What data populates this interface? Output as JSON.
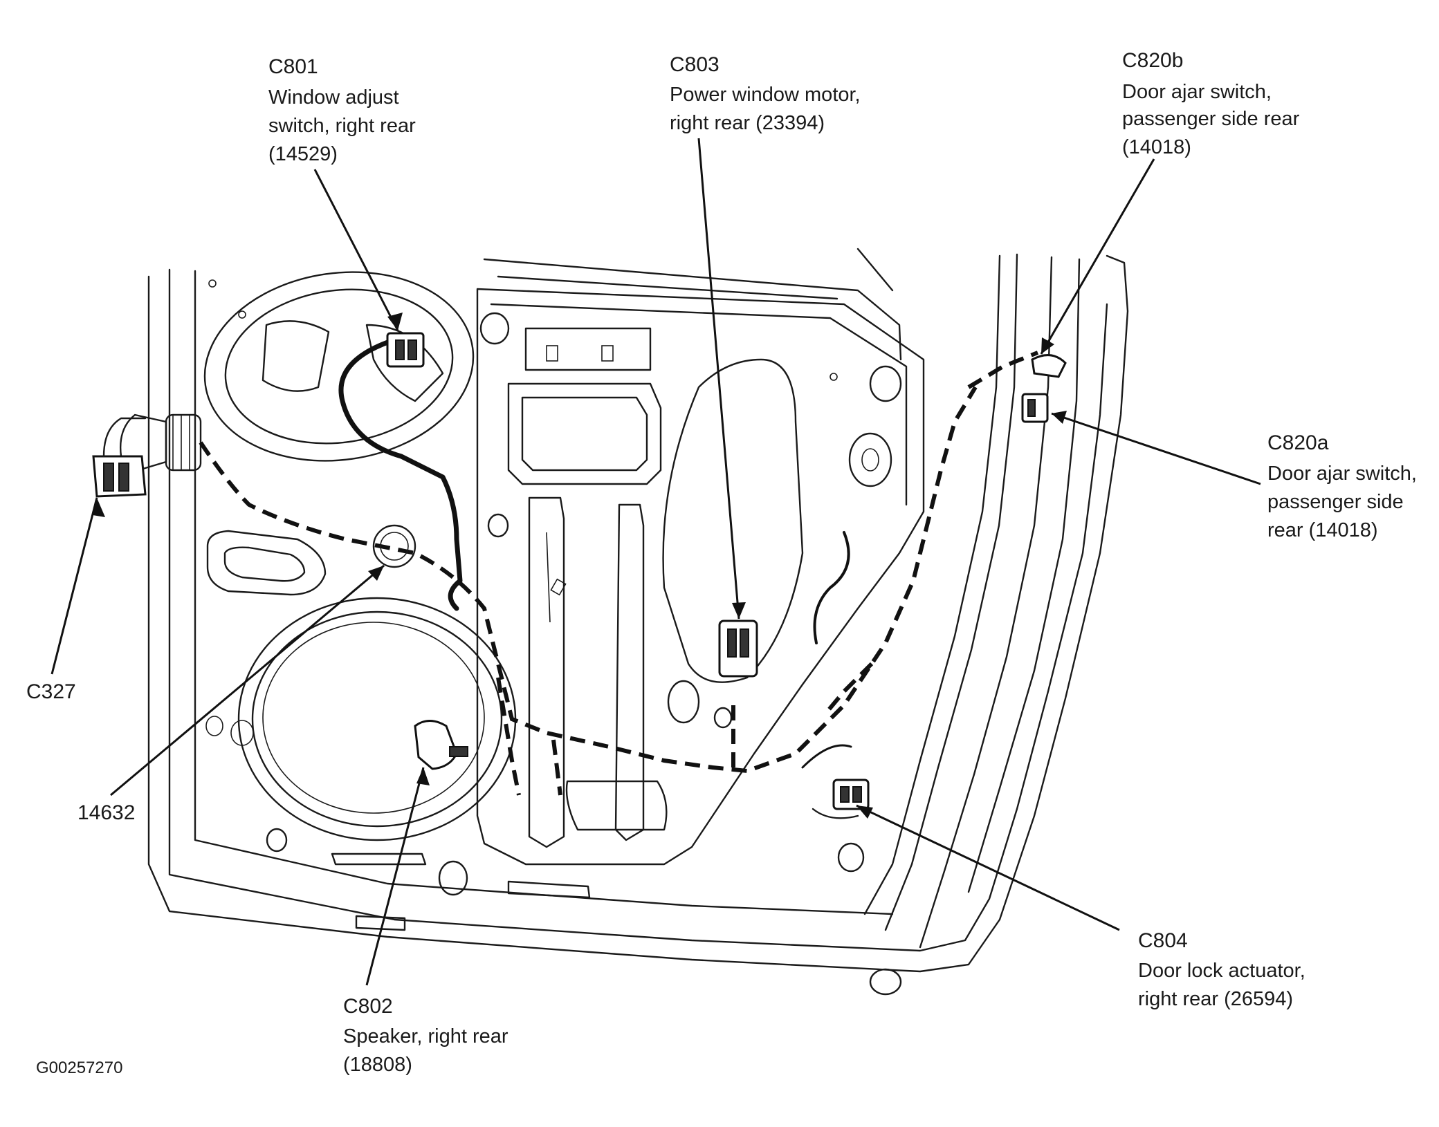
{
  "figure_id": "G00257270",
  "callouts": {
    "c801": {
      "code": "C801",
      "line1": "Window adjust",
      "line2": "switch, right rear",
      "line3": "(14529)"
    },
    "c803": {
      "code": "C803",
      "line1": "Power window motor,",
      "line2": "right rear (23394)"
    },
    "c820b": {
      "code": "C820b",
      "line1": "Door ajar switch,",
      "line2": "passenger side rear",
      "line3": "(14018)"
    },
    "c820a": {
      "code": "C820a",
      "line1": "Door ajar switch,",
      "line2": "passenger side",
      "line3": "rear (14018)"
    },
    "c327": {
      "code": "C327"
    },
    "h14632": {
      "code": "14632"
    },
    "c802": {
      "code": "C802",
      "line1": "Speaker, right rear",
      "line2": "(18808)"
    },
    "c804": {
      "code": "C804",
      "line1": "Door lock actuator,",
      "line2": "right rear (26594)"
    }
  }
}
